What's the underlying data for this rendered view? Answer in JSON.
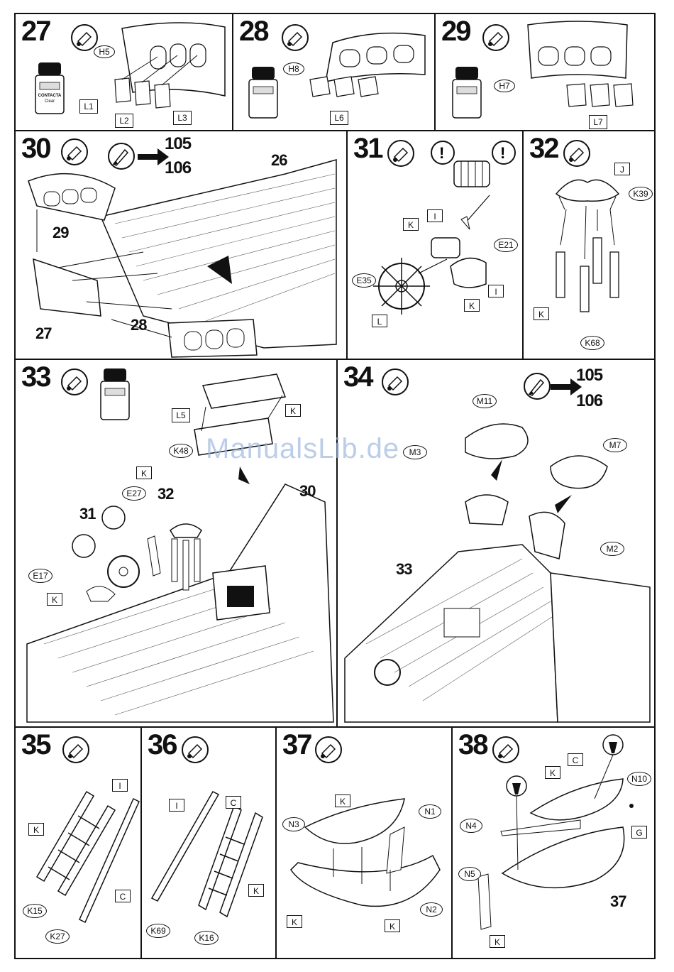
{
  "watermark": "ManualsLib.de",
  "steps": {
    "s27": {
      "num": "27",
      "labels": {
        "h": "H5",
        "l1": "L1",
        "l2": "L2",
        "l3": "L3"
      }
    },
    "s28": {
      "num": "28",
      "labels": {
        "h": "H8",
        "l6": "L6"
      }
    },
    "s29": {
      "num": "29",
      "labels": {
        "h": "H7",
        "l7": "L7"
      }
    },
    "s30": {
      "num": "30",
      "ref_a": "105",
      "ref_b": "106",
      "labels": {
        "a": "26",
        "b": "29",
        "c": "27",
        "d": "28"
      }
    },
    "s31": {
      "num": "31",
      "labels": {
        "e21": "E21",
        "e35": "E35",
        "k": "K",
        "i": "I",
        "l": "L",
        "k2": "K",
        "i2": "I"
      }
    },
    "s32": {
      "num": "32",
      "labels": {
        "j": "J",
        "k39": "K39",
        "k": "K",
        "k68": "K68"
      }
    },
    "s33": {
      "num": "33",
      "labels": {
        "l5": "L5",
        "k48": "K48",
        "k_top": "K",
        "k_mid": "K",
        "e27": "E27",
        "e17": "E17",
        "k_left": "K",
        "n31": "31",
        "n32": "32",
        "n30": "30"
      }
    },
    "s34": {
      "num": "34",
      "ref_a": "105",
      "ref_b": "106",
      "labels": {
        "m11": "M11",
        "m3": "M3",
        "m7": "M7",
        "m2": "M2",
        "n33": "33"
      }
    },
    "s35": {
      "num": "35",
      "labels": {
        "i": "I",
        "k": "K",
        "c": "C",
        "k15": "K15",
        "k27": "K27"
      }
    },
    "s36": {
      "num": "36",
      "labels": {
        "i": "I",
        "c": "C",
        "k": "K",
        "k69": "K69",
        "k16": "K16"
      }
    },
    "s37": {
      "num": "37",
      "labels": {
        "k_top": "K",
        "n1": "N1",
        "n3": "N3",
        "n2": "N2",
        "k_l": "K",
        "k_r": "K"
      }
    },
    "s38": {
      "num": "38",
      "labels": {
        "k": "K",
        "c": "C",
        "n10": "N10",
        "n4": "N4",
        "g": "G",
        "n5": "N5",
        "k_b": "K",
        "n37": "37"
      }
    }
  },
  "bottle_label": "CONTACTA",
  "bottle_sub": "Clear"
}
